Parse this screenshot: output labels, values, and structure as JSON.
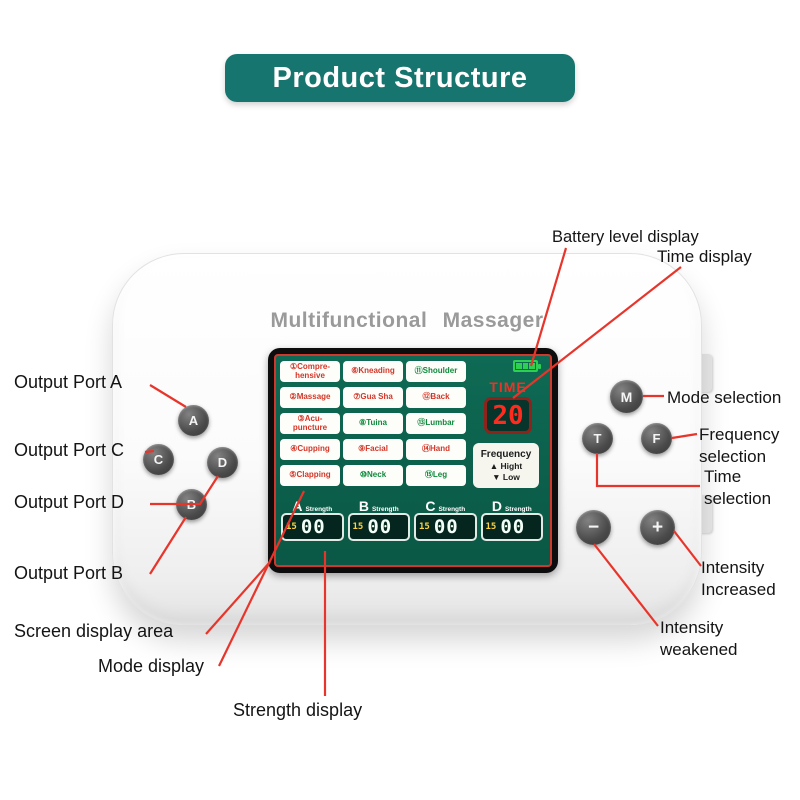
{
  "colors": {
    "banner_bg": "#17756f",
    "annotation_line": "#e8352b",
    "mode_red": "#d43527",
    "mode_green": "#0e8a3c",
    "screen_green_bg": "#0d6450",
    "screen_frame_red": "#cf392d",
    "time_digits_red": "#ff2b1f",
    "strength_preset_yellow": "#ffd23f",
    "battery_green": "#2ed052"
  },
  "banner": {
    "title": "Product Structure"
  },
  "device": {
    "title": "Multifunctional Massager",
    "port_buttons": {
      "a": "A",
      "b": "B",
      "c": "C",
      "d": "D"
    },
    "control_buttons": {
      "mode": "M",
      "time": "T",
      "frequency": "F",
      "minus": "−",
      "plus": "+"
    }
  },
  "screen": {
    "modes": [
      {
        "line1": "①Compre-",
        "line2": "hensive",
        "color": "red"
      },
      {
        "line1": "⑥Kneading",
        "color": "red"
      },
      {
        "line1": "⑪Shoulder",
        "color": "green"
      },
      {
        "line1": "②Massage",
        "color": "red"
      },
      {
        "line1": "⑦Gua Sha",
        "color": "red"
      },
      {
        "line1": "⑫Back",
        "color": "red"
      },
      {
        "line1": "③Acu-",
        "line2": "puncture",
        "color": "red"
      },
      {
        "line1": "⑧Tuina",
        "color": "green"
      },
      {
        "line1": "⑬Lumbar",
        "color": "green"
      },
      {
        "line1": "④Cupping",
        "color": "red"
      },
      {
        "line1": "⑨Facial",
        "color": "red"
      },
      {
        "line1": "⑭Hand",
        "color": "red"
      },
      {
        "line1": "⑤Clapping",
        "color": "red"
      },
      {
        "line1": "⑩Neck",
        "color": "green"
      },
      {
        "line1": "⑮Leg",
        "color": "green"
      }
    ],
    "time": {
      "label": "TIME",
      "value": "20"
    },
    "frequency": {
      "label": "Frequency",
      "high": "▲ Hight",
      "low": "▼ Low"
    },
    "strength_channels": [
      {
        "letter": "A",
        "label": "Strength",
        "preset": "15",
        "value": "00"
      },
      {
        "letter": "B",
        "label": "Strength",
        "preset": "15",
        "value": "00"
      },
      {
        "letter": "C",
        "label": "Strength",
        "preset": "15",
        "value": "00"
      },
      {
        "letter": "D",
        "label": "Strength",
        "preset": "15",
        "value": "00"
      }
    ]
  },
  "annotations": {
    "battery": "Battery level display",
    "time": "Time display",
    "output_a": "Output Port A",
    "output_c": "Output Port C",
    "output_d": "Output Port D",
    "output_b": "Output Port B",
    "mode_selection": "Mode selection",
    "frequency_selection": {
      "line1": "Frequency",
      "line2": "selection"
    },
    "time_selection": {
      "line1": "Time",
      "line2": "selection"
    },
    "intensity_increased": {
      "line1": "Intensity",
      "line2": "Increased"
    },
    "intensity_weakened": {
      "line1": "Intensity",
      "line2": "weakened"
    },
    "screen_area": "Screen display area",
    "mode_display": "Mode display",
    "strength_display": "Strength display"
  }
}
